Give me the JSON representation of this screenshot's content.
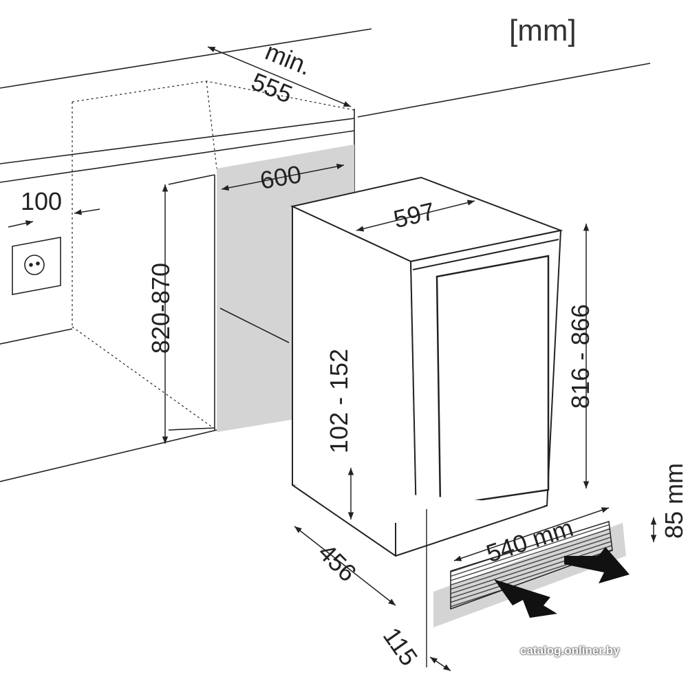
{
  "unit": "[mm]",
  "dimensions": {
    "niche_depth_min_label": "min.",
    "niche_depth_min": "555",
    "niche_width": "600",
    "socket_offset": "100",
    "niche_height": "820-870",
    "appliance_width": "597",
    "appliance_height": "816 - 866",
    "plinth_height": "102 - 152",
    "appliance_depth": "456",
    "vent_width": "540 mm",
    "vent_height": "85 mm",
    "vent_depth": "115"
  },
  "watermark": "catalog.onliner.by",
  "colors": {
    "line": "#222222",
    "panel": "#d4d4d4"
  }
}
